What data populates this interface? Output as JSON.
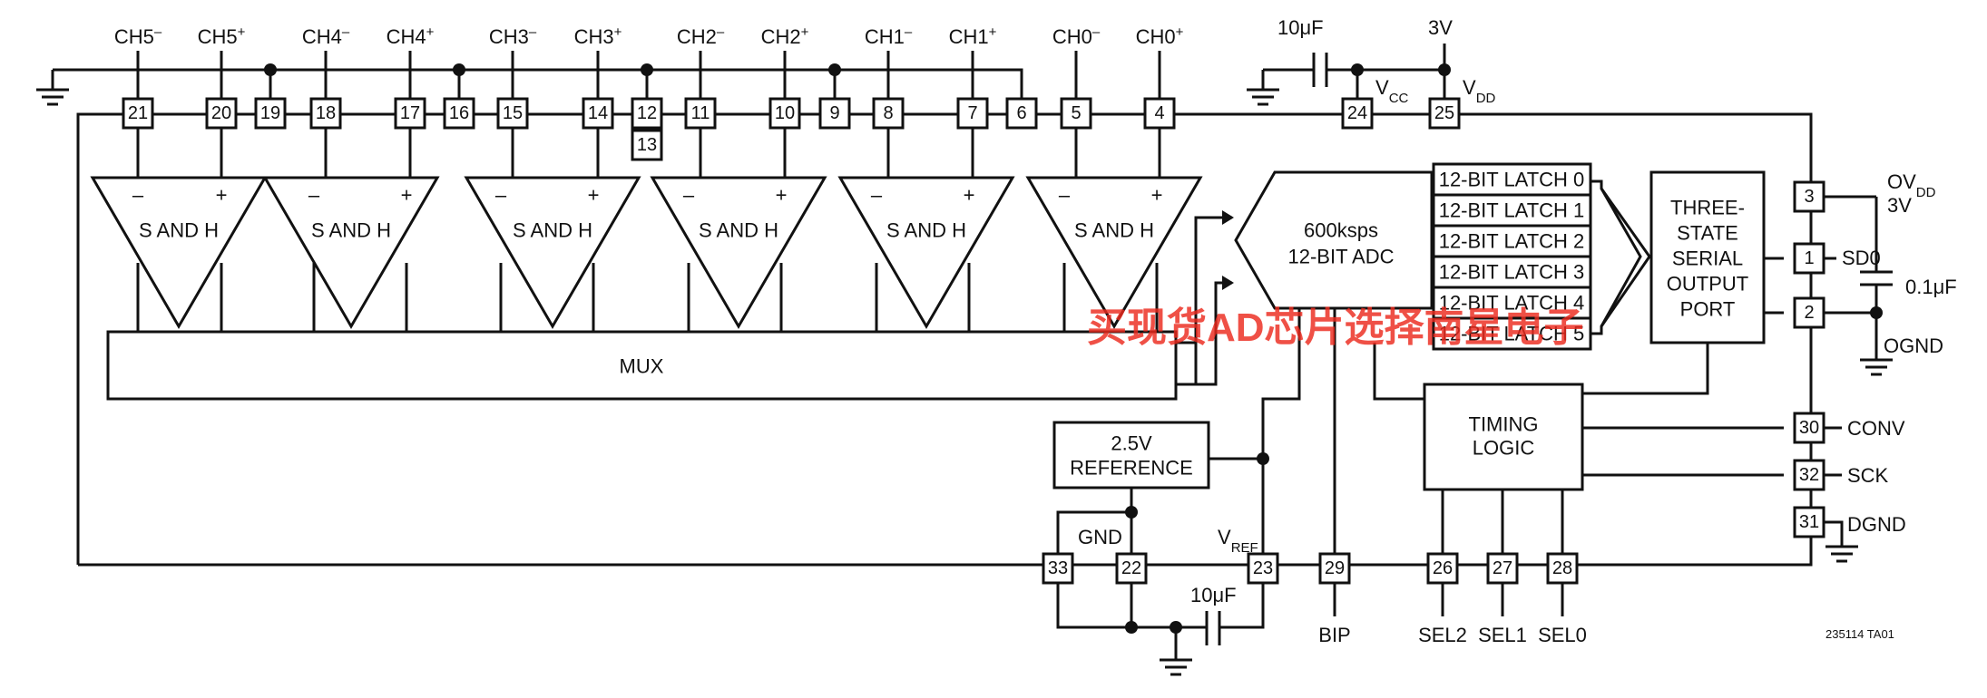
{
  "inputs": {
    "ch5_minus": {
      "base": "CH5",
      "sup": "–"
    },
    "ch5_plus": {
      "base": "CH5",
      "sup": "+"
    },
    "ch4_minus": {
      "base": "CH4",
      "sup": "–"
    },
    "ch4_plus": {
      "base": "CH4",
      "sup": "+"
    },
    "ch3_minus": {
      "base": "CH3",
      "sup": "–"
    },
    "ch3_plus": {
      "base": "CH3",
      "sup": "+"
    },
    "ch2_minus": {
      "base": "CH2",
      "sup": "–"
    },
    "ch2_plus": {
      "base": "CH2",
      "sup": "+"
    },
    "ch1_minus": {
      "base": "CH1",
      "sup": "–"
    },
    "ch1_plus": {
      "base": "CH1",
      "sup": "+"
    },
    "ch0_minus": {
      "base": "CH0",
      "sup": "–"
    },
    "ch0_plus": {
      "base": "CH0",
      "sup": "+"
    }
  },
  "pins": {
    "p21": "21",
    "p20": "20",
    "p19": "19",
    "p18": "18",
    "p17": "17",
    "p16": "16",
    "p15": "15",
    "p14": "14",
    "p12": "12",
    "p13": "13",
    "p11": "11",
    "p10": "10",
    "p9": "9",
    "p8": "8",
    "p7": "7",
    "p6": "6",
    "p5": "5",
    "p4": "4",
    "p24": "24",
    "p25": "25",
    "p3": "3",
    "p1": "1",
    "p2": "2",
    "p30": "30",
    "p32": "32",
    "p31": "31",
    "p33": "33",
    "p22": "22",
    "p23": "23",
    "p29": "29",
    "p26": "26",
    "p27": "27",
    "p28": "28"
  },
  "sample_hold": {
    "label": "S AND H",
    "minus": "–",
    "plus": "+"
  },
  "mux": {
    "label": "MUX"
  },
  "adc": {
    "line1": "600ksps",
    "line2": "12-BIT ADC"
  },
  "latches": [
    "12-BIT LATCH 0",
    "12-BIT LATCH 1",
    "12-BIT LATCH 2",
    "12-BIT LATCH 3",
    "12-BIT LATCH 4",
    "12-BIT LATCH 5"
  ],
  "output_port": {
    "lines": [
      "THREE-",
      "STATE",
      "SERIAL",
      "OUTPUT",
      "PORT"
    ]
  },
  "timing": {
    "lines": [
      "TIMING",
      "LOGIC"
    ]
  },
  "reference": {
    "lines": [
      "2.5V",
      "REFERENCE"
    ]
  },
  "power": {
    "cap_top": "10μF",
    "supply": "3V",
    "vcc": {
      "base": "V",
      "sub": "CC"
    },
    "vdd": {
      "base": "V",
      "sub": "DD"
    },
    "ovdd": {
      "base": "OV",
      "sub": "DD"
    },
    "ovdd_voltage": "3V",
    "cap_ovdd": "0.1μF",
    "ognd": "OGND"
  },
  "signals": {
    "sdo": "SD0",
    "conv": "CONV",
    "sck": "SCK",
    "dgnd": "DGND",
    "gnd": "GND",
    "vref": {
      "base": "V",
      "sub": "REF"
    },
    "cap_ref": "10μF",
    "bip": "BIP",
    "sel2": "SEL2",
    "sel1": "SEL1",
    "sel0": "SEL0"
  },
  "figure_code": "235114 TA01",
  "watermark": "买现货AD芯片选择南星电子"
}
